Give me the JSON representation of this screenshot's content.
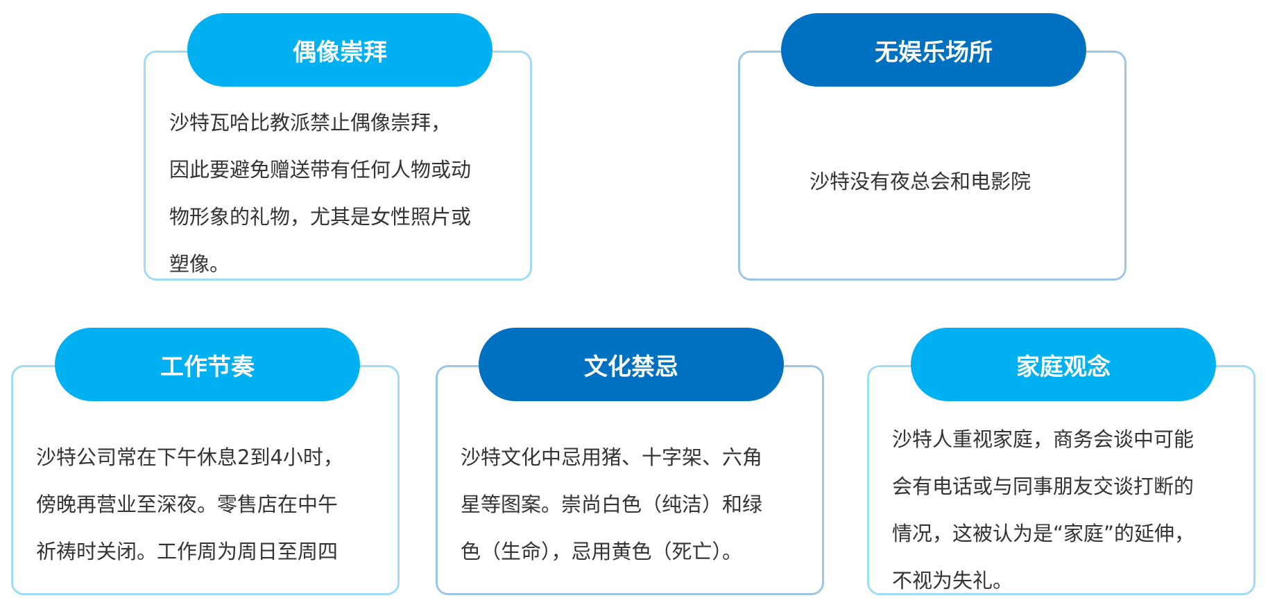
{
  "colors": {
    "light": "#00b0f0",
    "dark": "#0070c0",
    "text": "#333333"
  },
  "cards": [
    {
      "title": "偶像崇拜",
      "lines": [
        "沙特瓦哈比教派禁止偶像崇拜，",
        "因此要避免赠送带有任何人物或动",
        "物形象的礼物，尤其是女性照片或",
        "塑像。"
      ]
    },
    {
      "title": "无娱乐场所",
      "lines": [
        "沙特没有夜总会和电影院"
      ]
    },
    {
      "title": "工作节奏",
      "lines": [
        "沙特公司常在下午休息2到4小时，",
        "傍晚再营业至深夜。零售店在中午",
        "祈祷时关闭。工作周为周日至周四"
      ]
    },
    {
      "title": "文化禁忌",
      "lines": [
        "沙特文化中忌用猪、十字架、六角",
        "星等图案。崇尚白色（纯洁）和绿",
        "色（生命），忌用黄色（死亡）。"
      ]
    },
    {
      "title": "家庭观念",
      "lines": [
        "沙特人重视家庭，商务会谈中可能",
        "会有电话或与同事朋友交谈打断的",
        "情况，这被认为是“家庭”的延伸，",
        "不视为失礼。"
      ]
    }
  ]
}
